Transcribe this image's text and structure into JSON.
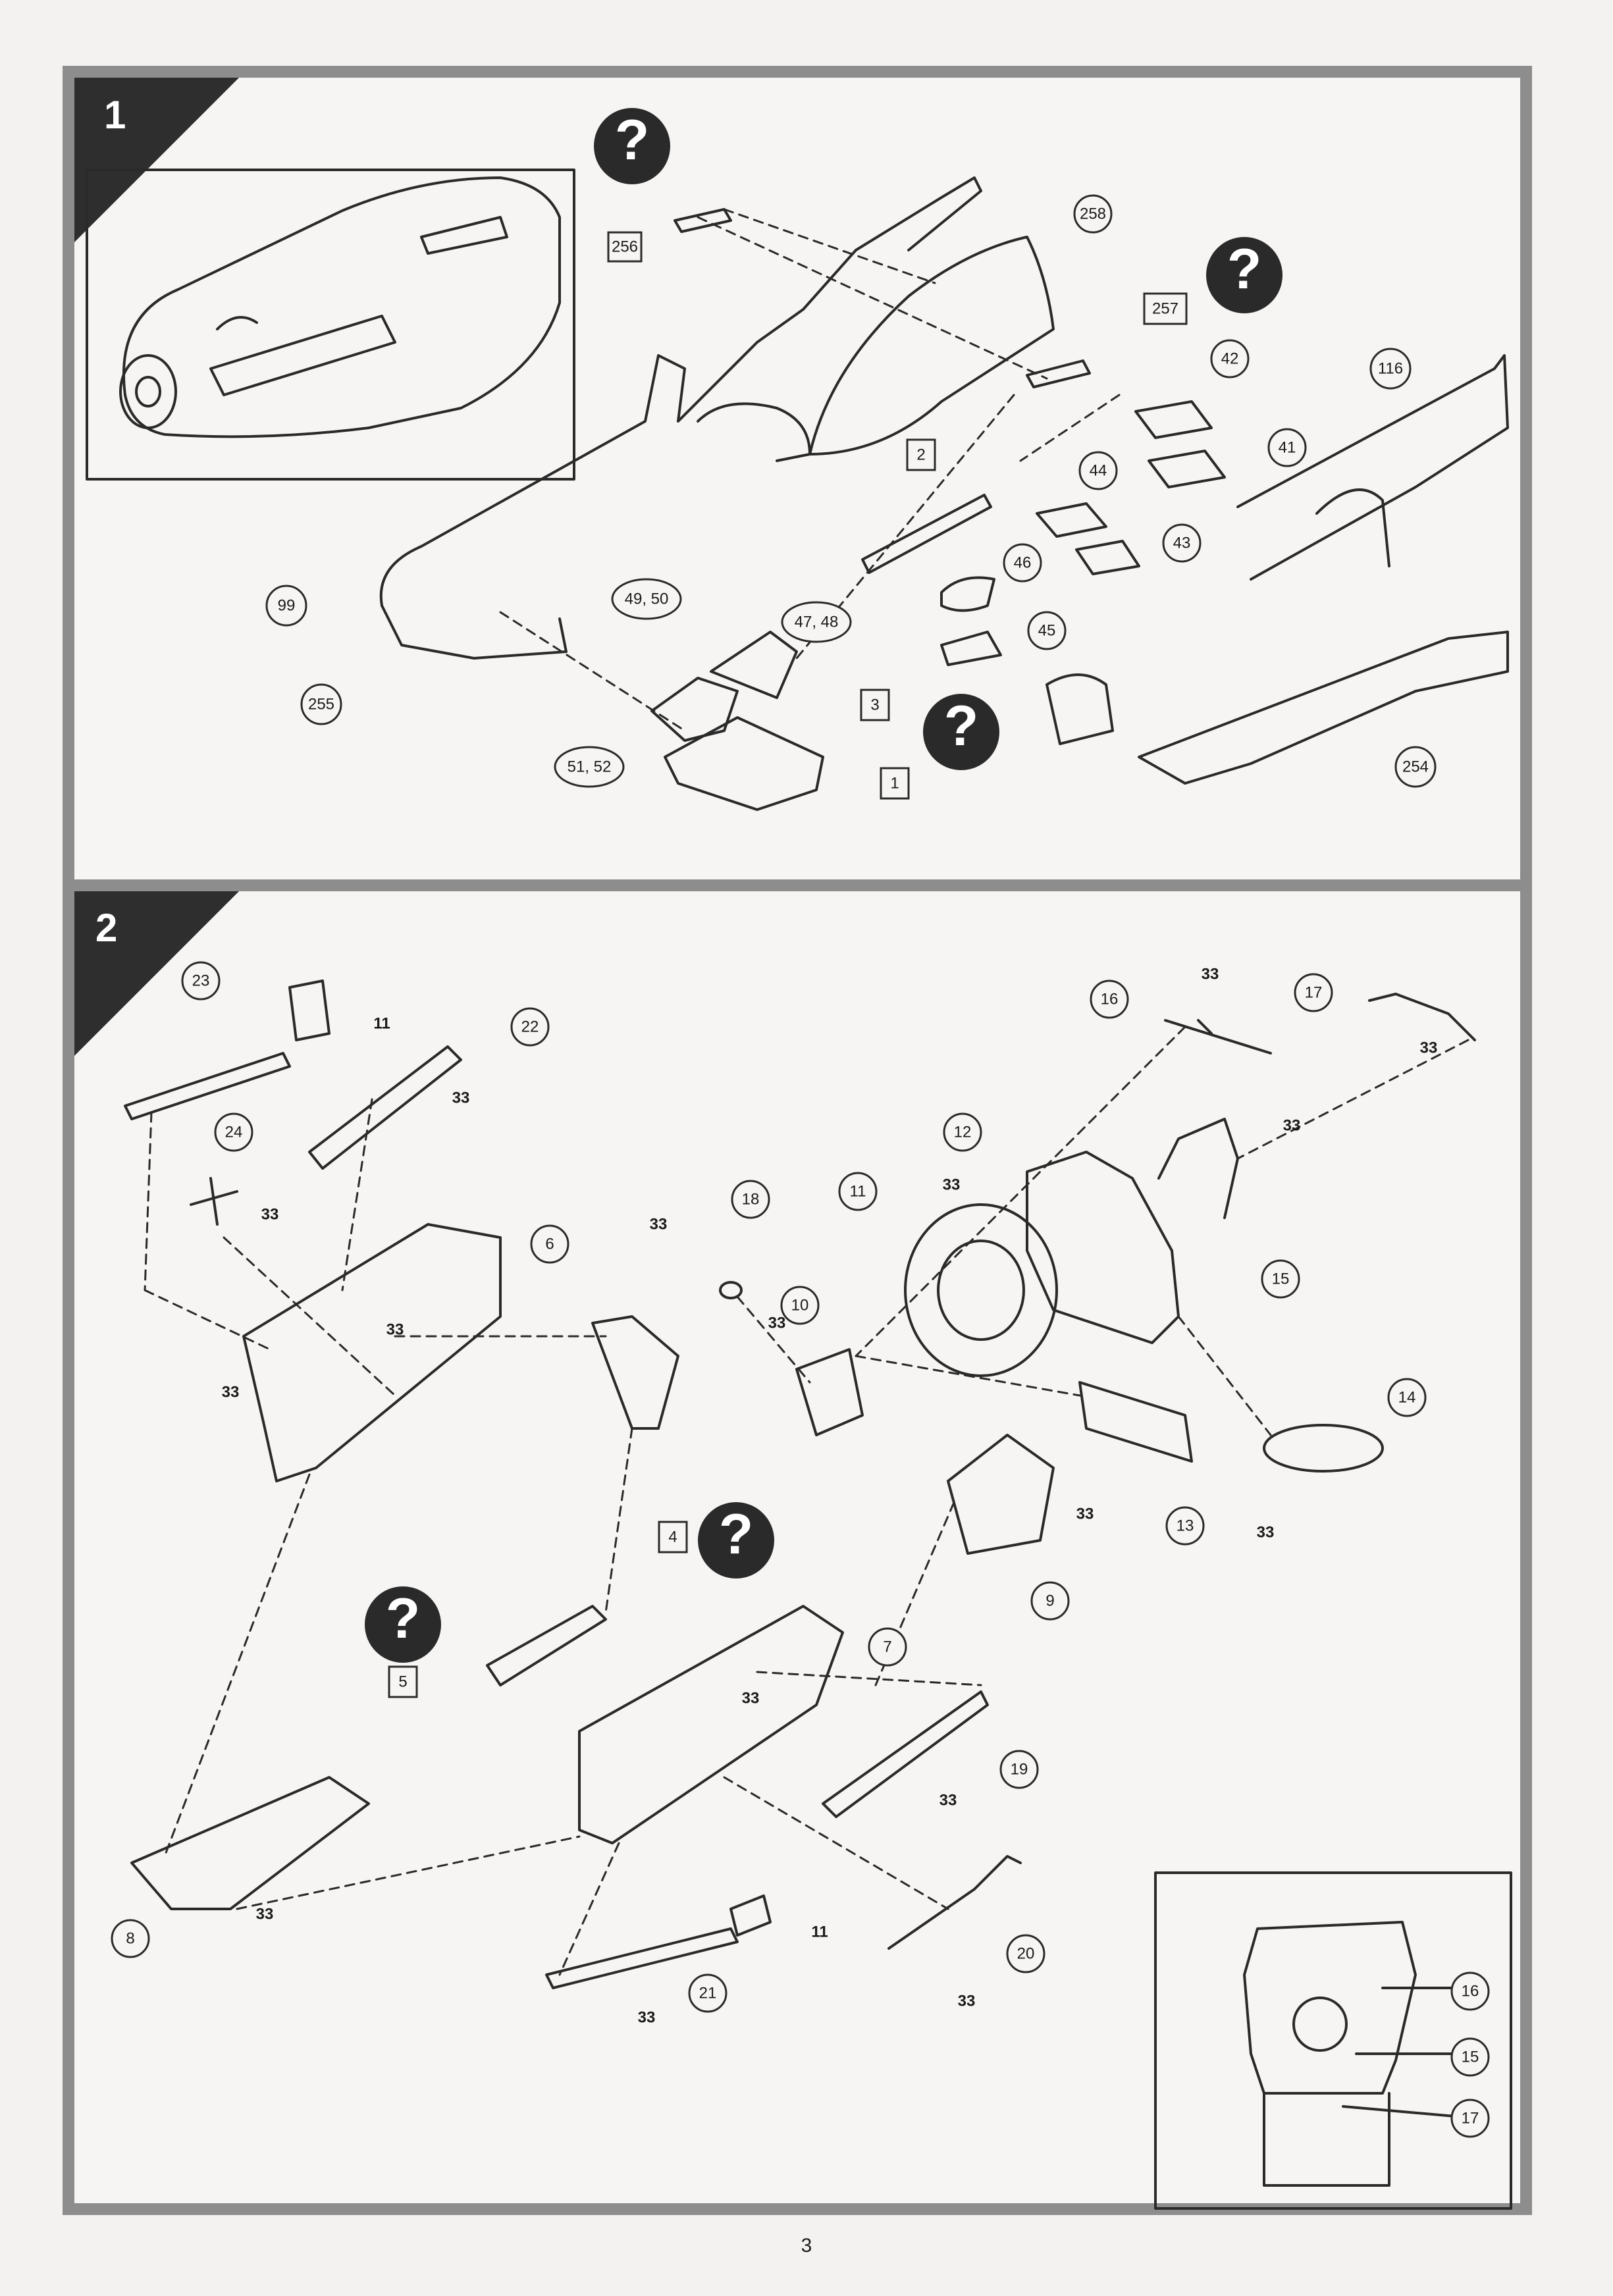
{
  "page": {
    "number": "3"
  },
  "step1": {
    "number": "1",
    "circled": [
      "99",
      "255",
      "258",
      "42",
      "41",
      "116",
      "44",
      "43",
      "46",
      "45",
      "49, 50",
      "47, 48",
      "51, 52",
      "254"
    ],
    "boxed": [
      "256",
      "257",
      "2",
      "3",
      "1"
    ],
    "help_icons": 3
  },
  "step2": {
    "number": "2",
    "circled": [
      "23",
      "22",
      "24",
      "6",
      "18",
      "11",
      "12",
      "16",
      "17",
      "10",
      "15",
      "14",
      "13",
      "9",
      "7",
      "19",
      "20",
      "21",
      "8"
    ],
    "plain": [
      "11",
      "33",
      "33",
      "33",
      "33",
      "33",
      "33",
      "33",
      "33",
      "33",
      "33",
      "33",
      "33",
      "33",
      "33",
      "33",
      "11",
      "33",
      "33"
    ],
    "boxed": [
      "4",
      "5"
    ],
    "help_icons": 2,
    "inset": {
      "circled": [
        "16",
        "15",
        "17"
      ]
    }
  }
}
